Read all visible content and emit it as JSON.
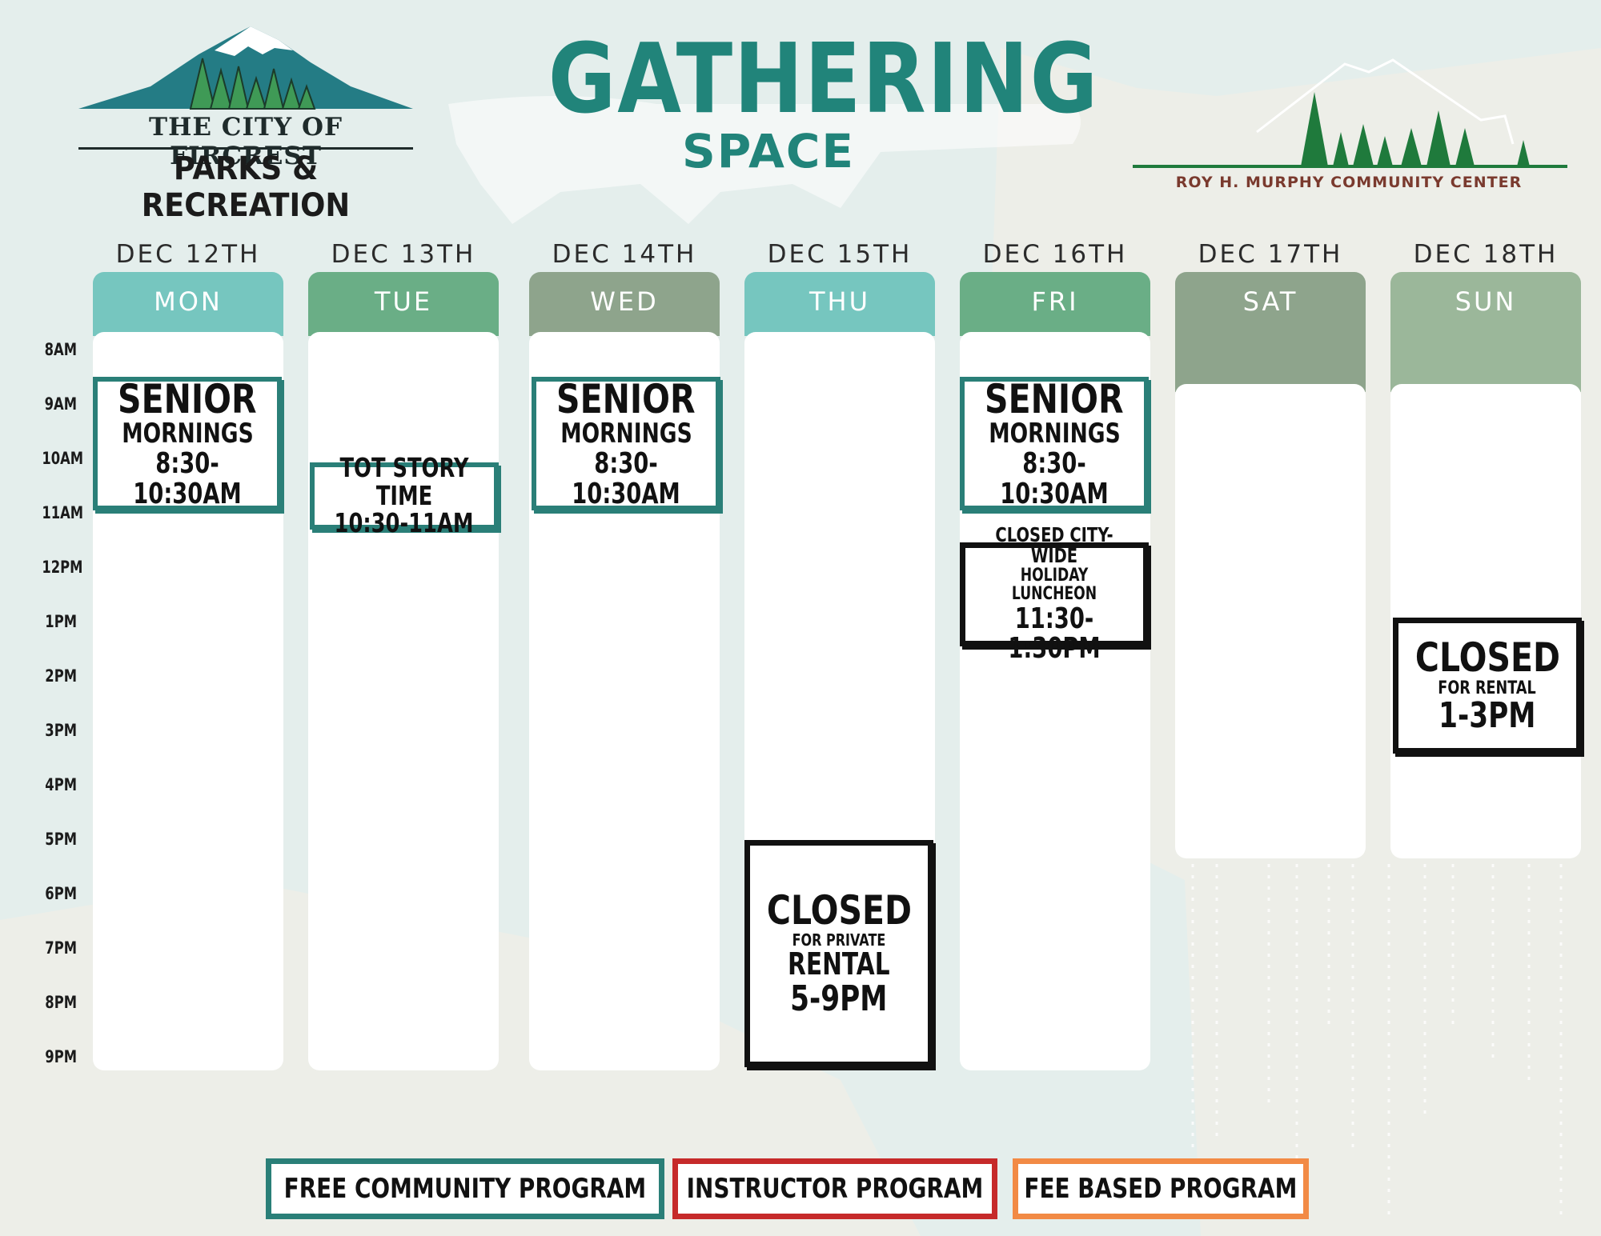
{
  "header": {
    "left_logo_line1": "THE CITY OF FIRCREST",
    "left_logo_line2": "PARKS & RECREATION",
    "title": "GATHERING",
    "subtitle": "SPACE",
    "right_logo_caption": "ROY H. MURPHY COMMUNITY CENTER"
  },
  "times": [
    "8AM",
    "9AM",
    "10AM",
    "11AM",
    "12PM",
    "1PM",
    "2PM",
    "3PM",
    "4PM",
    "5PM",
    "6PM",
    "7PM",
    "8PM",
    "9PM"
  ],
  "days": [
    {
      "date": "DEC 12TH",
      "name": "MON",
      "color": "#76c6bf"
    },
    {
      "date": "DEC 13TH",
      "name": "TUE",
      "color": "#6aae86"
    },
    {
      "date": "DEC 14TH",
      "name": "WED",
      "color": "#8ea48c"
    },
    {
      "date": "DEC 15TH",
      "name": "THU",
      "color": "#76c6bf"
    },
    {
      "date": "DEC 16TH",
      "name": "FRI",
      "color": "#6aae86"
    },
    {
      "date": "DEC 17TH",
      "name": "SAT",
      "color": "#8ea48c"
    },
    {
      "date": "DEC 18TH",
      "name": "SUN",
      "color": "#9bb79a"
    }
  ],
  "events": {
    "mon_senior": {
      "l1": "SENIOR",
      "l2": "MORNINGS",
      "l3": "8:30-10:30AM"
    },
    "tue_tot": {
      "l1": "TOT STORY TIME",
      "l2": "10:30-11AM"
    },
    "wed_senior": {
      "l1": "SENIOR",
      "l2": "MORNINGS",
      "l3": "8:30-10:30AM"
    },
    "thu_closed": {
      "l1": "CLOSED",
      "l2": "FOR PRIVATE",
      "l3": "RENTAL",
      "l4": "5-9PM"
    },
    "fri_senior": {
      "l1": "SENIOR",
      "l2": "MORNINGS",
      "l3": "8:30-10:30AM"
    },
    "fri_closed": {
      "l1": "CLOSED CITY-WIDE",
      "l2": "HOLIDAY LUNCHEON",
      "l3": "11:30-1:30PM"
    },
    "sun_closed": {
      "l1": "CLOSED",
      "l2": "FOR RENTAL",
      "l3": "1-3PM"
    }
  },
  "legend": {
    "free": "FREE COMMUNITY PROGRAM",
    "instructor": "INSTRUCTOR PROGRAM",
    "fee": "FEE BASED PROGRAM",
    "colors": {
      "free": "#2a7f78",
      "instructor": "#c62a2a",
      "fee": "#f28a45"
    }
  }
}
